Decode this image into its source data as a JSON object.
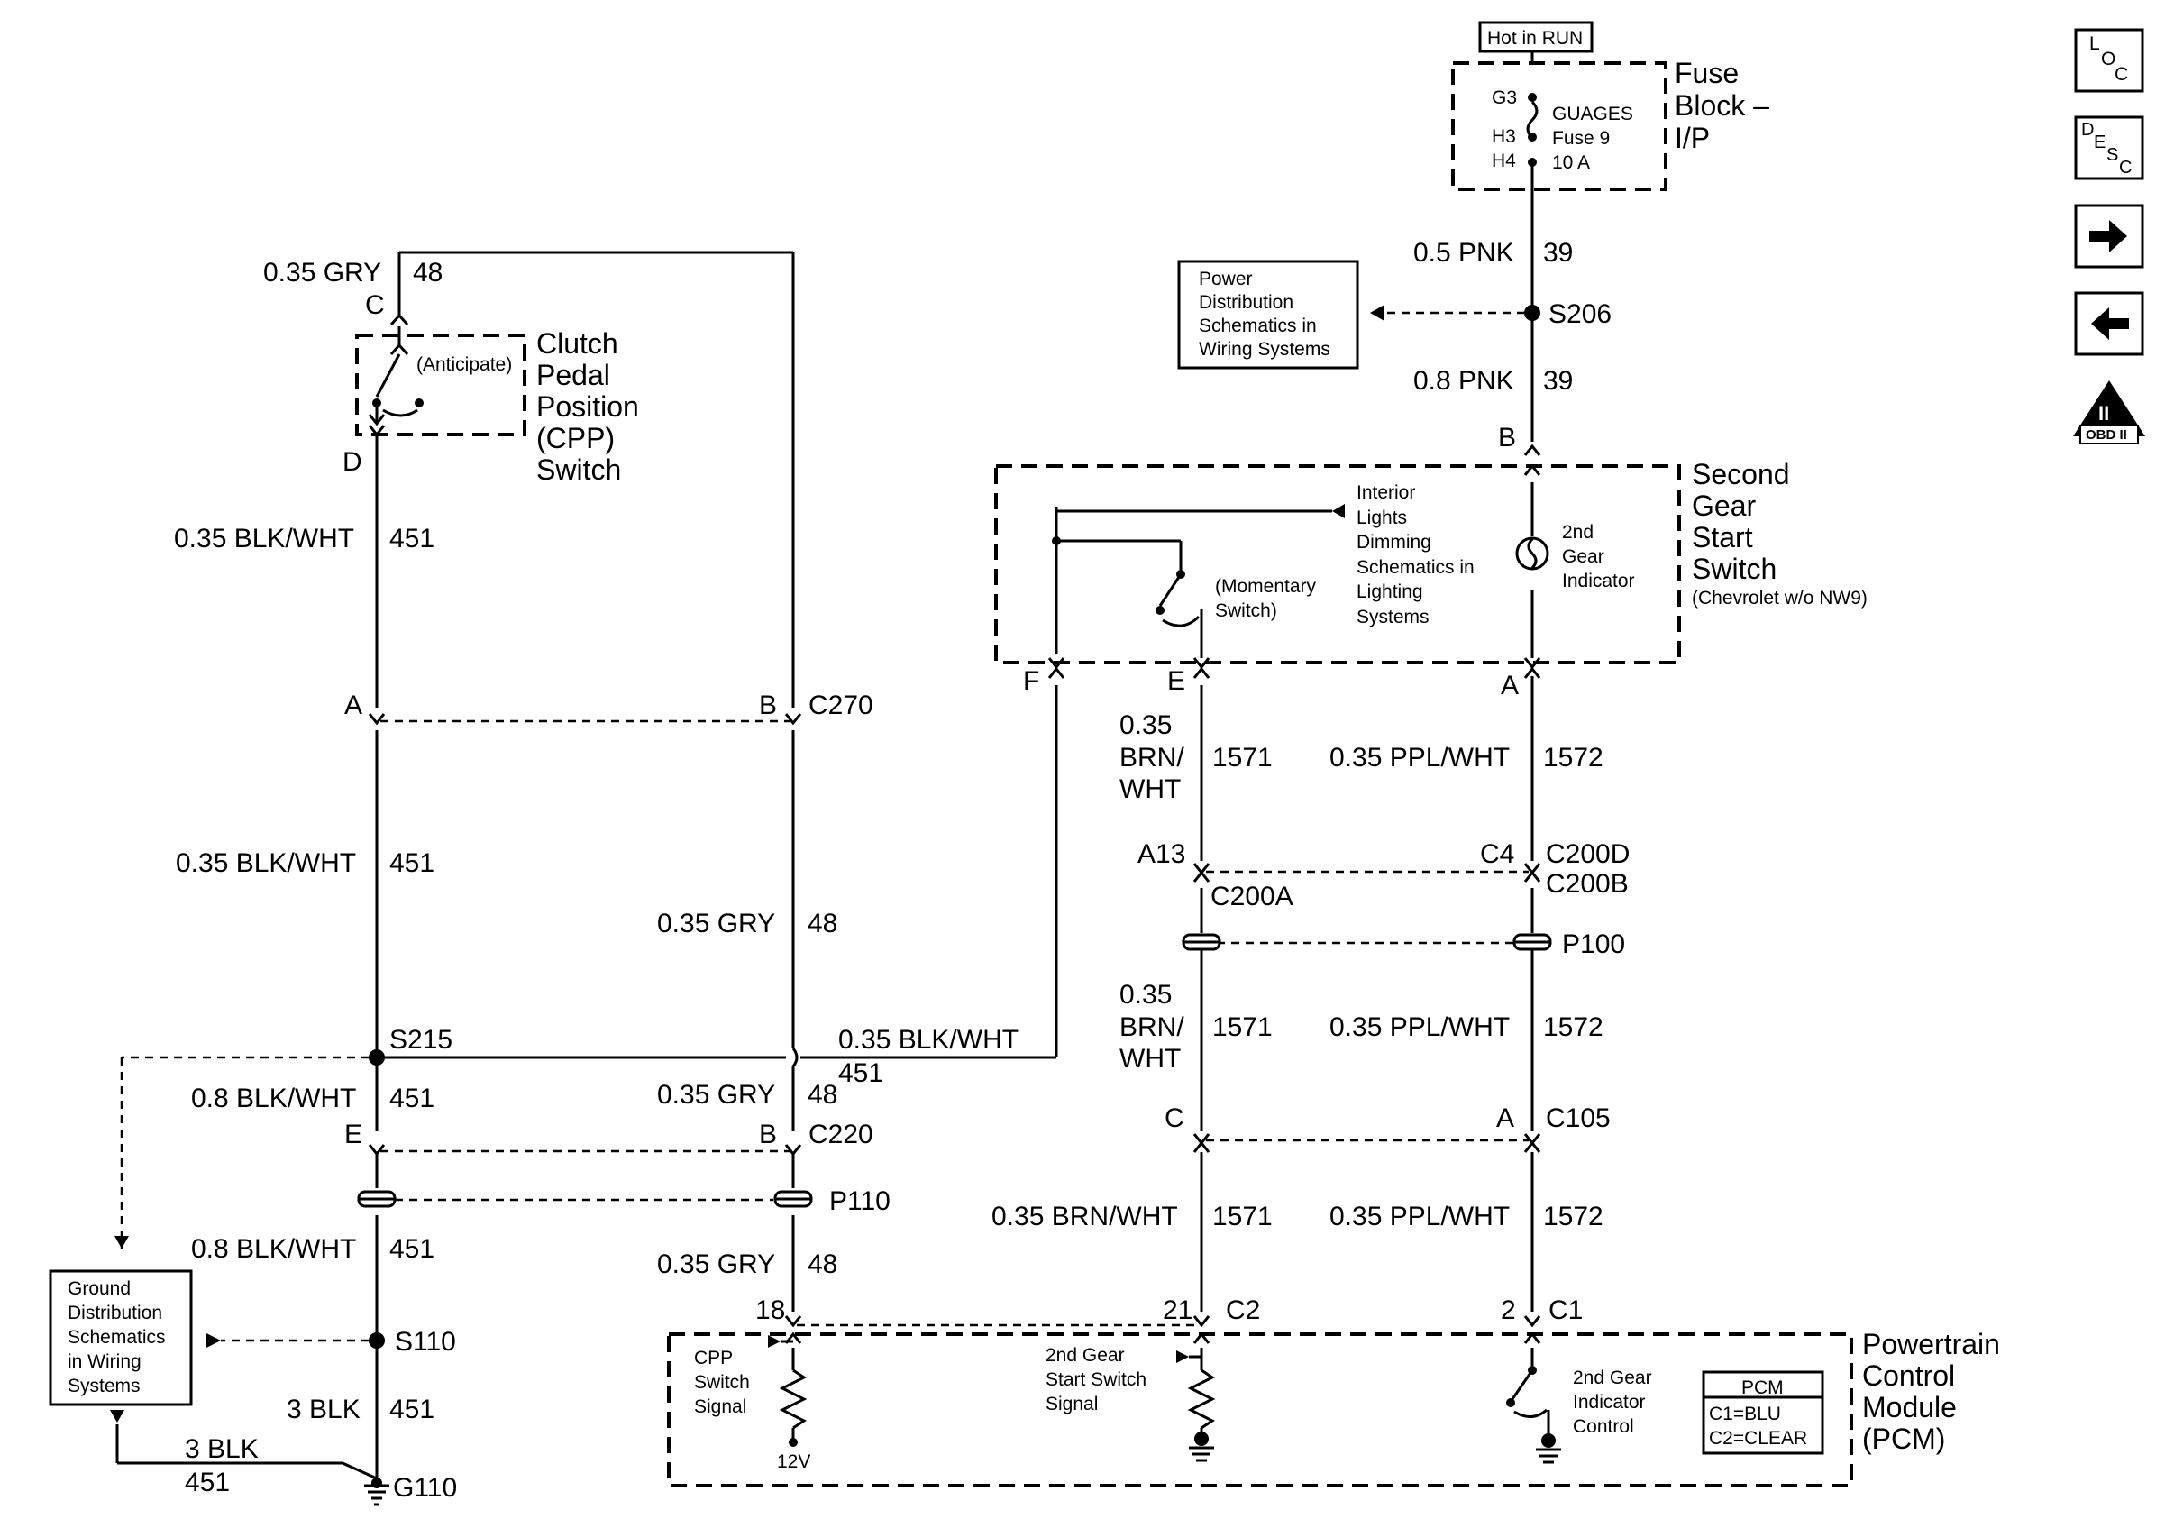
{
  "hot_label": "Hot in RUN",
  "fuse_block": {
    "title_lines": [
      "Fuse",
      "Block –",
      "I/P"
    ],
    "pins": [
      "G3",
      "H3",
      "H4"
    ],
    "fuse_lines": [
      "GUAGES",
      "Fuse 9",
      "10 A"
    ]
  },
  "power_dist": [
    "Power",
    "Distribution",
    "Schematics in",
    "Wiring Systems"
  ],
  "splices": {
    "s206": "S206",
    "s215": "S215",
    "s110": "S110",
    "g110": "G110"
  },
  "wires": {
    "w39a": {
      "gauge": "0.5 PNK",
      "circuit": "39"
    },
    "w39b": {
      "gauge": "0.8 PNK",
      "circuit": "39"
    },
    "w48_top": {
      "gauge": "0.35 GRY",
      "circuit": "48"
    },
    "w451_a": {
      "gauge": "0.35 BLK/WHT",
      "circuit": "451"
    },
    "w451_b": {
      "gauge": "0.35 BLK/WHT",
      "circuit": "451"
    },
    "w48_mid": {
      "gauge": "0.35 GRY",
      "circuit": "48"
    },
    "w451_h": {
      "gauge": "0.35 BLK/WHT",
      "circuit": "451"
    },
    "w451_c": {
      "gauge": "0.8 BLK/WHT",
      "circuit": "451"
    },
    "w48_c": {
      "gauge": "0.35 GRY",
      "circuit": "48"
    },
    "w451_d": {
      "gauge": "0.8 BLK/WHT",
      "circuit": "451"
    },
    "w48_d": {
      "gauge": "0.35 GRY",
      "circuit": "48"
    },
    "w451_e": {
      "gauge": "3 BLK",
      "circuit": "451"
    },
    "w451_f": {
      "gauge": "3 BLK",
      "circuit": "451"
    },
    "w1571_a": {
      "gauge": [
        "0.35",
        "BRN/",
        "WHT"
      ],
      "circuit": "1571"
    },
    "w1571_b": {
      "gauge": [
        "0.35",
        "BRN/",
        "WHT"
      ],
      "circuit": "1571"
    },
    "w1571_c": {
      "gauge": "0.35 BRN/WHT",
      "circuit": "1571"
    },
    "w1572_a": {
      "gauge": "0.35 PPL/WHT",
      "circuit": "1572"
    },
    "w1572_b": {
      "gauge": "0.35 PPL/WHT",
      "circuit": "1572"
    },
    "w1572_c": {
      "gauge": "0.35 PPL/WHT",
      "circuit": "1572"
    }
  },
  "cpp_switch": {
    "title_lines": [
      "Clutch",
      "Pedal",
      "Position",
      "(CPP)",
      "Switch"
    ],
    "anticipate": "(Anticipate)",
    "pin_top": "C",
    "pin_bottom": "D"
  },
  "second_gear_switch": {
    "title_lines": [
      "Second",
      "Gear",
      "Start",
      "Switch"
    ],
    "note": "(Chevrolet w/o NW9)",
    "interior_lines": [
      "Interior",
      "Lights",
      "Dimming",
      "Schematics in",
      "Lighting",
      "Systems"
    ],
    "momentary": [
      "(Momentary",
      "Switch)"
    ],
    "indicator": [
      "2nd",
      "Gear",
      "Indicator"
    ],
    "pins": {
      "b": "B",
      "f": "F",
      "e": "E",
      "a": "A"
    }
  },
  "connectors": {
    "c270": {
      "name": "C270",
      "pin_left": "A",
      "pin_right": "B"
    },
    "c220": {
      "name": "C220",
      "pin_left": "E",
      "pin_right": "B"
    },
    "p110": "P110",
    "p100": "P100",
    "c200": {
      "name_d": "C200D",
      "name_b": "C200B",
      "name_a": "C200A",
      "pin_a13": "A13",
      "pin_c4": "C4"
    },
    "c105": {
      "name": "C105",
      "pin_c": "C",
      "pin_a": "A"
    }
  },
  "ground_dist": [
    "Ground",
    "Distribution",
    "Schematics",
    "in Wiring",
    "Systems"
  ],
  "pcm": {
    "title_lines": [
      "Powertrain",
      "Control",
      "Module",
      "(PCM)"
    ],
    "pin18": "18",
    "pin21": "21",
    "c2": "C2",
    "pin2": "2",
    "c1": "C1",
    "cpp_signal": [
      "CPP",
      "Switch",
      "Signal"
    ],
    "v12": "12V",
    "gear_signal": [
      "2nd Gear",
      "Start Switch",
      "Signal"
    ],
    "indicator_ctrl": [
      "2nd Gear",
      "Indicator",
      "Control"
    ],
    "legend": [
      "PCM",
      "C1=BLU",
      "C2=CLEAR"
    ]
  },
  "side_icons": {
    "loc": [
      "L",
      "O",
      "C"
    ],
    "desc": [
      "D",
      "E",
      "S",
      "C"
    ],
    "next": "arrow-right-icon",
    "prev": "arrow-left-icon",
    "obd": [
      "II",
      "OBD II"
    ]
  }
}
